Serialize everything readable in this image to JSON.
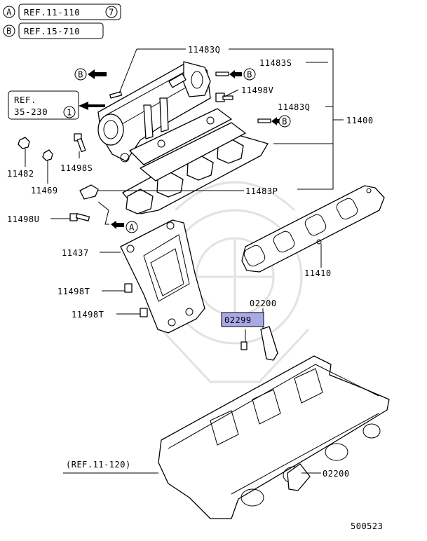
{
  "legend": {
    "a_letter": "A",
    "a_ref": "REF.11-110",
    "a_num": "7",
    "b_letter": "B",
    "b_ref": "REF.15-710"
  },
  "callouts": {
    "ref_35": {
      "line1": "REF.",
      "line2": "35-230",
      "num": "1"
    },
    "ref_11_120": "(REF.11-120)",
    "arrow_b": "B",
    "arrow_a": "A"
  },
  "parts": {
    "p11483Q_top": "11483Q",
    "p11483S": "11483S",
    "p11498V": "11498V",
    "p11483Q_right": "11483Q",
    "p11400": "11400",
    "p11482": "11482",
    "p11498S": "11498S",
    "p11469": "11469",
    "p11483P": "11483P",
    "p11498U": "11498U",
    "p11437": "11437",
    "p11410": "11410",
    "p11498T_a": "11498T",
    "p11498T_b": "11498T",
    "p02200_top": "02200",
    "p02299": "02299",
    "p02200_bottom": "02200"
  },
  "diagram_id": "500523",
  "colors": {
    "highlight": "#a9a9e8",
    "line": "#000000",
    "watermark": "#e2e2e2"
  }
}
